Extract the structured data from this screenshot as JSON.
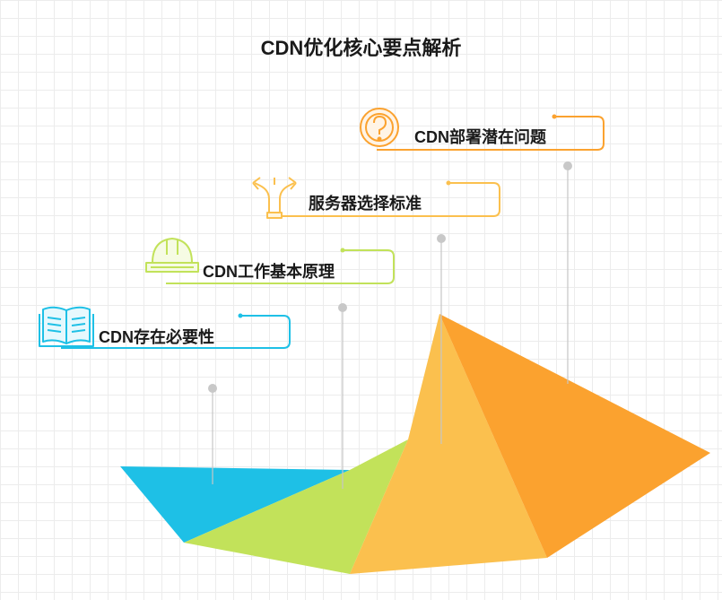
{
  "title": "CDN优化核心要点解析",
  "items": [
    {
      "label": "CDN存在必要性",
      "color": "#1ec0e6",
      "icon": "open-book-icon"
    },
    {
      "label": "CDN工作基本原理",
      "color": "#c2e25a",
      "icon": "hard-hat-icon"
    },
    {
      "label": "服务器选择标准",
      "color": "#fbc04e",
      "icon": "signpost-icon"
    },
    {
      "label": "CDN部署潜在问题",
      "color": "#fba22f",
      "icon": "question-icon"
    }
  ]
}
